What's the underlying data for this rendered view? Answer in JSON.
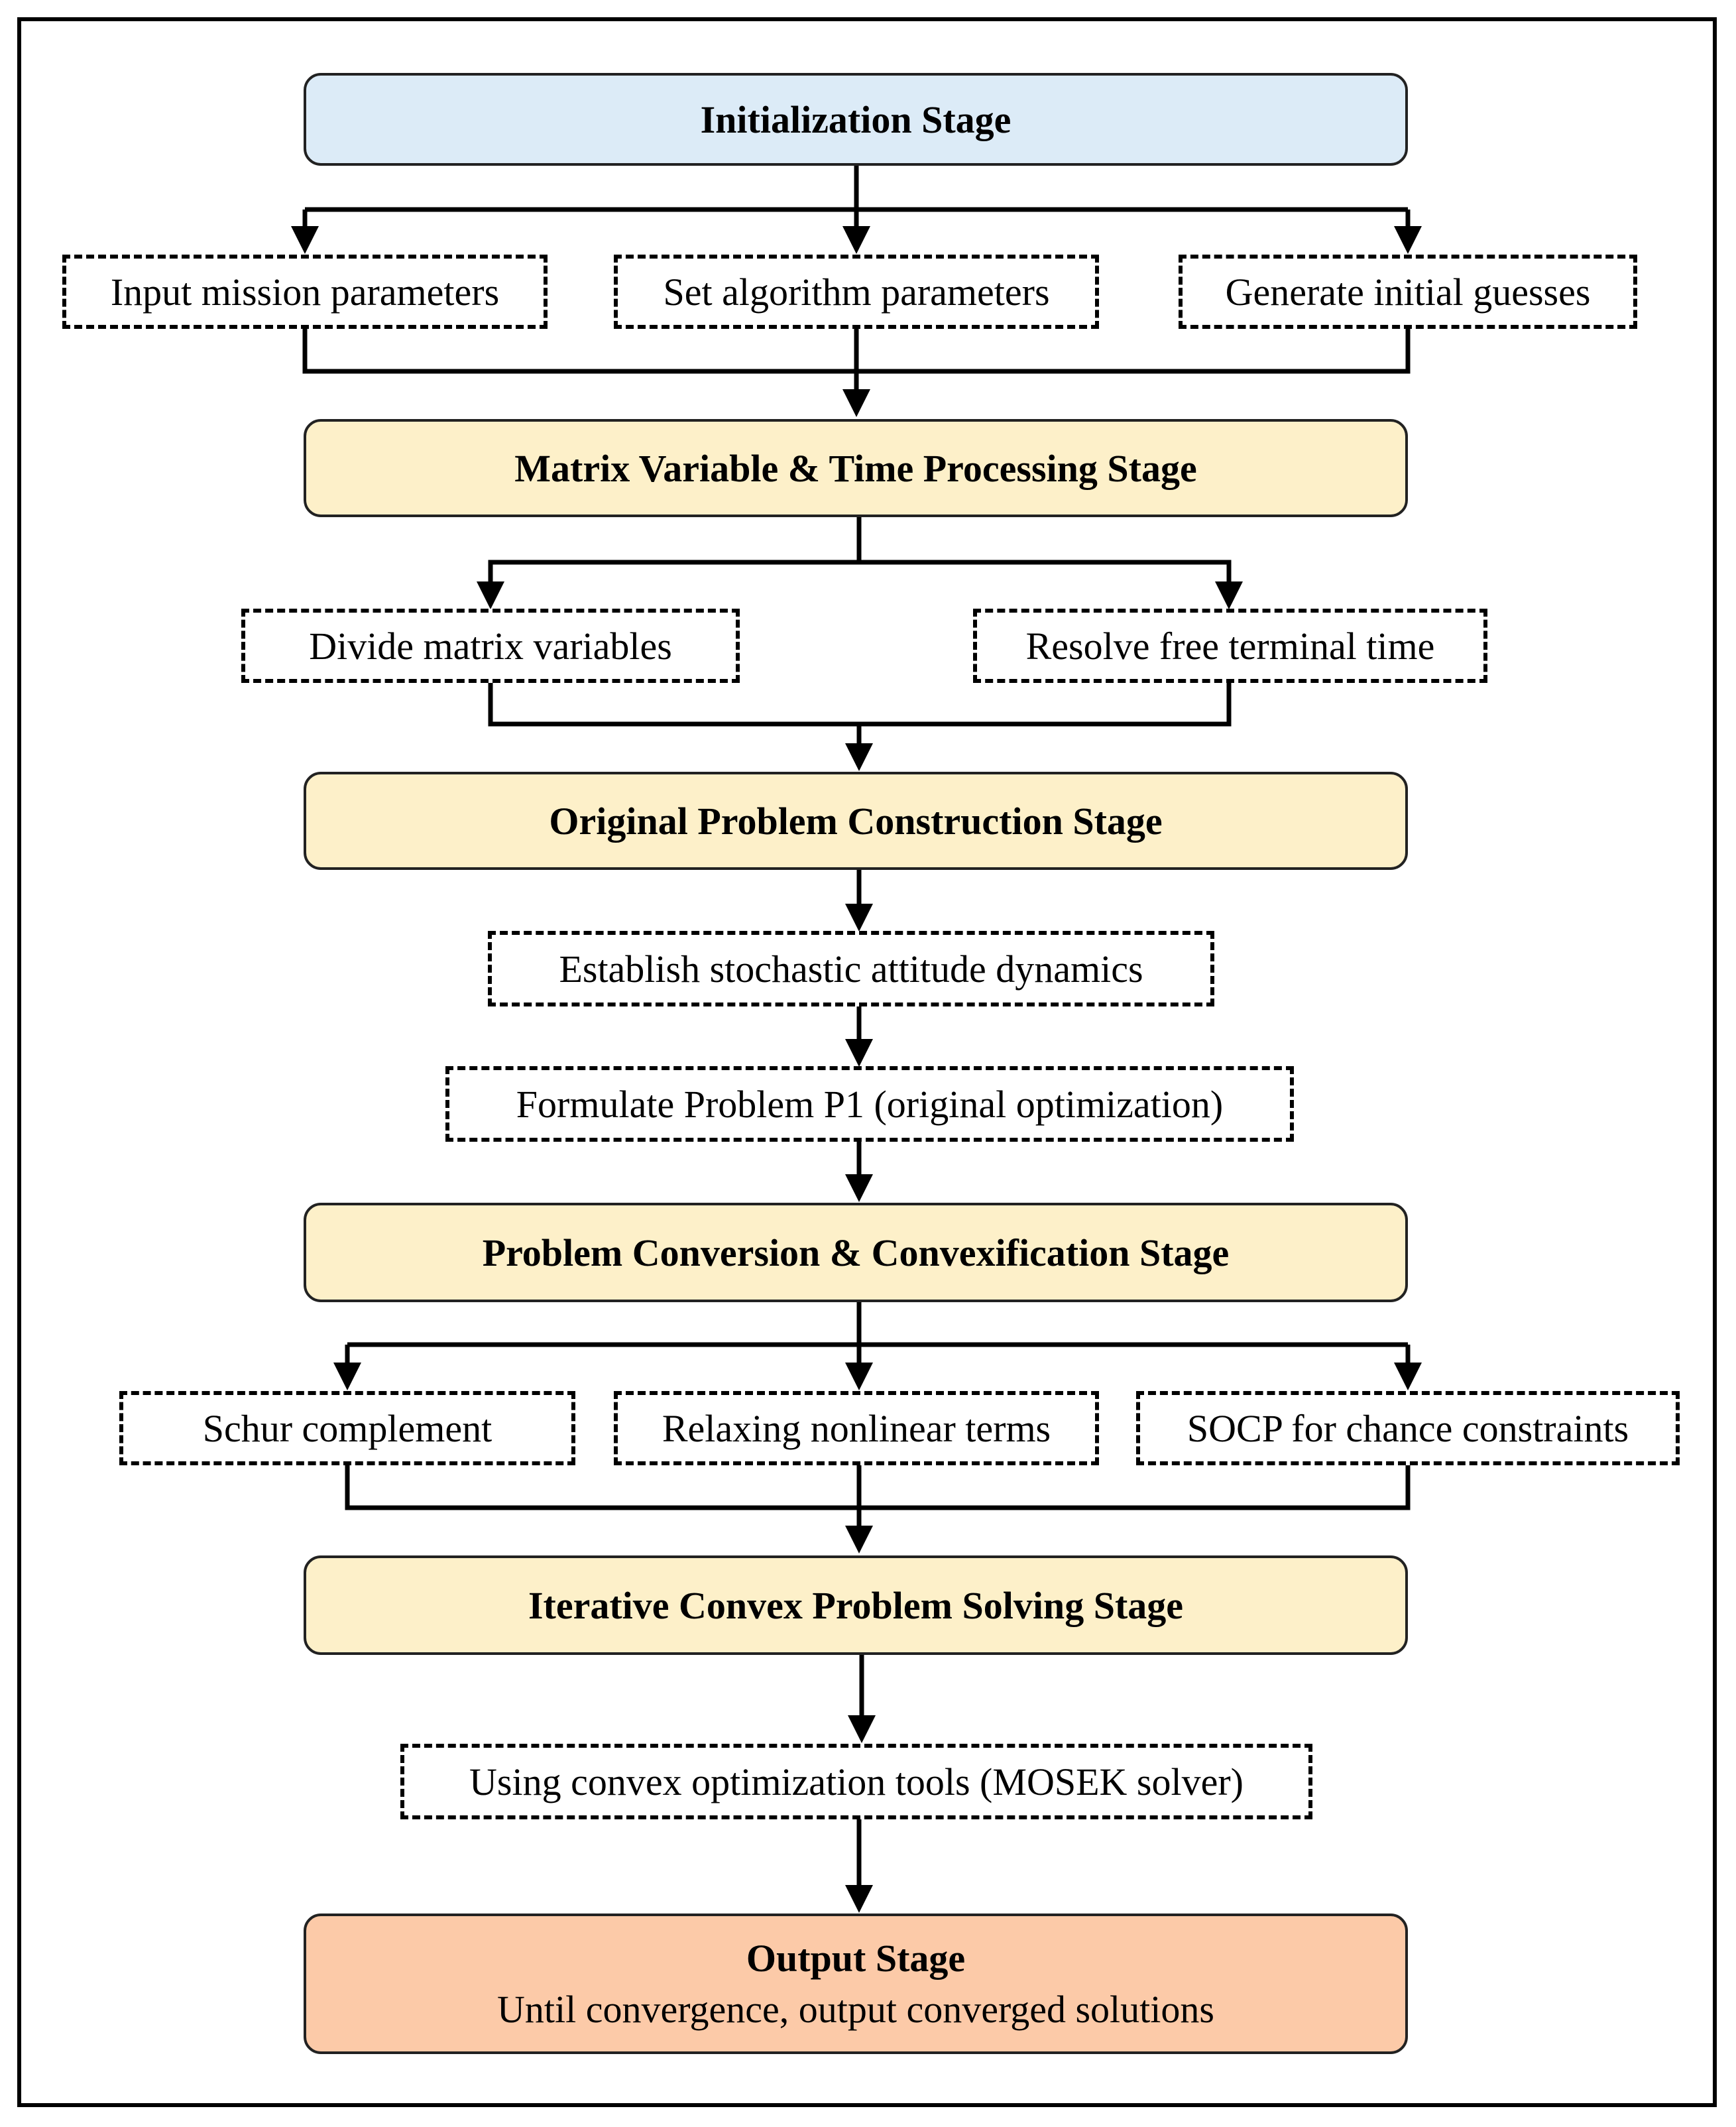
{
  "colors": {
    "init_fill": "#dcebf7",
    "stage_fill": "#fdf0c9",
    "output_fill": "#fccaa8",
    "line": "#000000"
  },
  "stages": {
    "initialization": "Initialization Stage",
    "matrix_time": "Matrix Variable & Time Processing Stage",
    "original_problem": "Original Problem Construction Stage",
    "conversion": "Problem Conversion & Convexification Stage",
    "iterative": "Iterative Convex Problem Solving Stage",
    "output_title": "Output Stage",
    "output_desc": "Until convergence, output converged solutions"
  },
  "steps": {
    "input_mission": "Input mission parameters",
    "set_algorithm": "Set algorithm parameters",
    "initial_guesses": "Generate initial guesses",
    "divide_matrix": "Divide matrix variables",
    "free_terminal": "Resolve free terminal time",
    "stochastic_dynamics": "Establish stochastic attitude dynamics",
    "formulate_p1": "Formulate Problem P1  (original optimization)",
    "schur": "Schur complement",
    "relaxing": "Relaxing nonlinear terms",
    "socp": "SOCP for chance constraints",
    "mosek": "Using convex optimization tools (MOSEK solver)"
  }
}
